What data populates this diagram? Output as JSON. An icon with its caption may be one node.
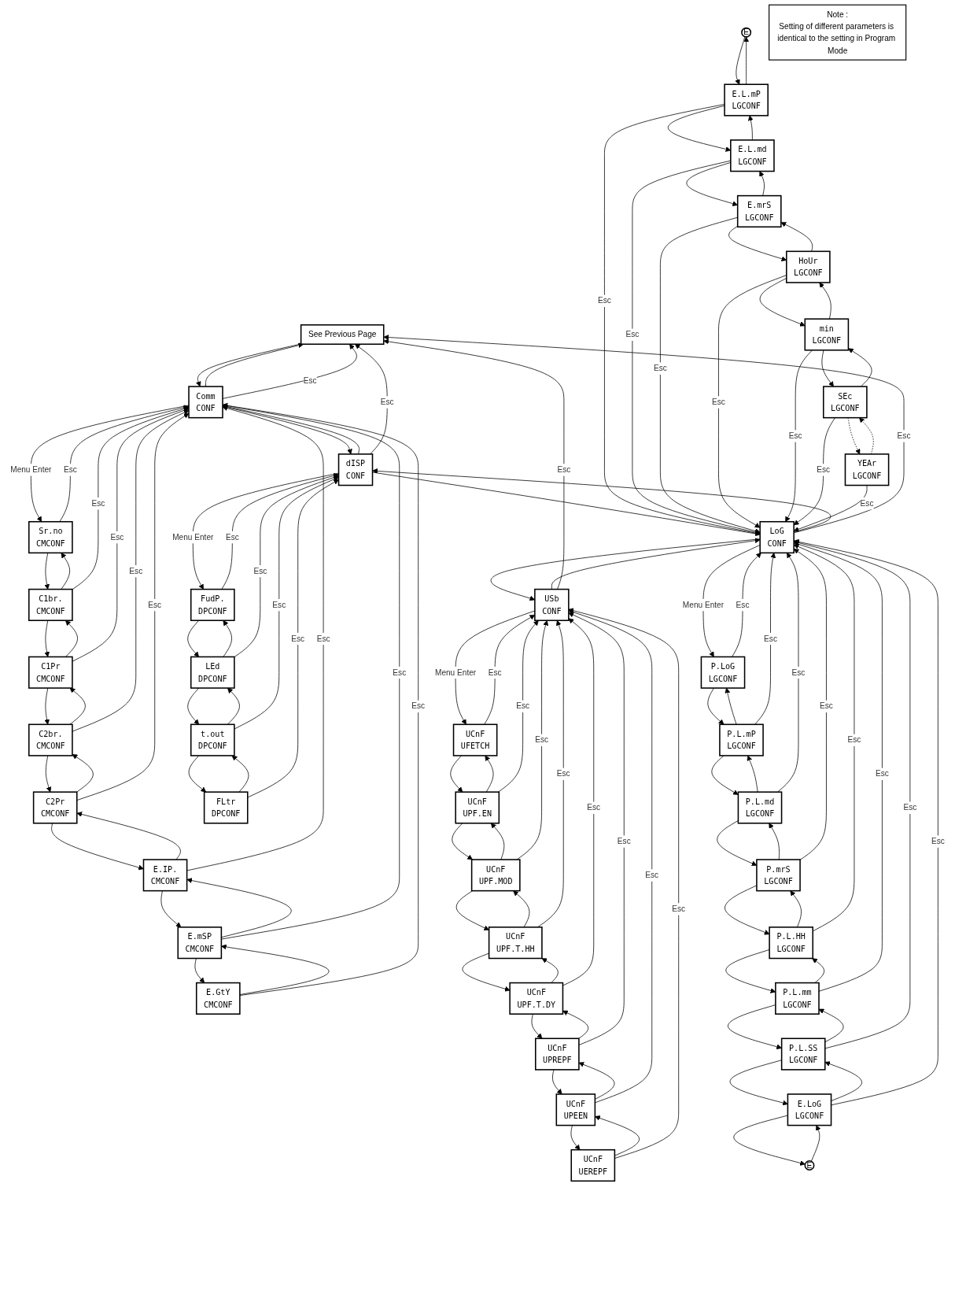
{
  "diagram": {
    "nodes": [
      {
        "text": [
          "See Previous Page"
        ]
      },
      {
        "text": [
          "Comm",
          "CONF"
        ]
      },
      {
        "text": [
          "dISP",
          "CONF"
        ]
      },
      {
        "text": [
          "LoG",
          "CONF"
        ]
      },
      {
        "text": [
          "USb",
          "CONF"
        ]
      },
      {
        "text": [
          "Sr.no",
          "CMCONF"
        ]
      },
      {
        "text": [
          "C1br.",
          "CMCONF"
        ]
      },
      {
        "text": [
          "C1Pr",
          "CMCONF"
        ]
      },
      {
        "text": [
          "C2br.",
          "CMCONF"
        ]
      },
      {
        "text": [
          "C2Pr",
          "CMCONF"
        ]
      },
      {
        "text": [
          "E.IP.",
          "CMCONF"
        ]
      },
      {
        "text": [
          "E.mSP",
          "CMCONF"
        ]
      },
      {
        "text": [
          "E.GtY",
          "CMCONF"
        ]
      },
      {
        "text": [
          "FudP.",
          "DPCONF"
        ]
      },
      {
        "text": [
          "LEd",
          "DPCONF"
        ]
      },
      {
        "text": [
          "t.out",
          "DPCONF"
        ]
      },
      {
        "text": [
          "FLtr",
          "DPCONF"
        ]
      },
      {
        "text": [
          "E"
        ]
      },
      {
        "text": [
          "E.L.mP",
          "LGCONF"
        ]
      },
      {
        "text": [
          "E.L.md",
          "LGCONF"
        ]
      },
      {
        "text": [
          "E.mrS",
          "LGCONF"
        ]
      },
      {
        "text": [
          "HoUr",
          "LGCONF"
        ]
      },
      {
        "text": [
          "min",
          "LGCONF"
        ]
      },
      {
        "text": [
          "SEc",
          "LGCONF"
        ]
      },
      {
        "text": [
          "YEAr",
          "LGCONF"
        ]
      },
      {
        "text": [
          "P.LoG",
          "LGCONF"
        ]
      },
      {
        "text": [
          "P.L.mP",
          "LGCONF"
        ]
      },
      {
        "text": [
          "P.L.md",
          "LGCONF"
        ]
      },
      {
        "text": [
          "P.mrS",
          "LGCONF"
        ]
      },
      {
        "text": [
          "P.L.HH",
          "LGCONF"
        ]
      },
      {
        "text": [
          "P.L.mm",
          "LGCONF"
        ]
      },
      {
        "text": [
          "P.L.SS",
          "LGCONF"
        ]
      },
      {
        "text": [
          "E.LoG",
          "LGCONF"
        ]
      },
      {
        "text": [
          "E"
        ]
      },
      {
        "text": [
          "UCnF",
          "UFETCH"
        ]
      },
      {
        "text": [
          "UCnF",
          "UPF.EN"
        ]
      },
      {
        "text": [
          "UCnF",
          "UPF.MOD"
        ]
      },
      {
        "text": [
          "UCnF",
          "UPF.T.HH"
        ]
      },
      {
        "text": [
          "UCnF",
          "UPF.T.DY"
        ]
      },
      {
        "text": [
          "UCnF",
          "UPREPF"
        ]
      },
      {
        "text": [
          "UCnF",
          "UPEEN"
        ]
      },
      {
        "text": [
          "UCnF",
          "UEREPF"
        ]
      },
      {
        "text": [
          "Note :",
          "Setting of different parameters is identical to the setting in Program Mode"
        ]
      }
    ],
    "edges": [
      {
        "from": 0,
        "to": 1,
        "arrow": "to"
      },
      {
        "from": 1,
        "to": 0,
        "arrow": "to"
      },
      {
        "from": 1,
        "to": 2,
        "arrow": "to"
      },
      {
        "from": 2,
        "to": 1,
        "arrow": "to"
      },
      {
        "from": 2,
        "to": 3,
        "arrow": "to"
      },
      {
        "from": 3,
        "to": 2,
        "arrow": "to"
      },
      {
        "from": 3,
        "to": 4,
        "arrow": "to"
      },
      {
        "from": 4,
        "to": 3,
        "arrow": "to"
      },
      {
        "from": 1,
        "to": 0,
        "label": "Esc",
        "arrow": "to"
      },
      {
        "from": 2,
        "to": 0,
        "label": "Esc",
        "arrow": "to"
      },
      {
        "from": 3,
        "to": 0,
        "label": "Esc",
        "arrow": "to"
      },
      {
        "from": 4,
        "to": 0,
        "label": "Esc",
        "arrow": "to"
      },
      {
        "from": 1,
        "to": 5,
        "label": "Menu Enter",
        "arrow": "to"
      },
      {
        "from": 2,
        "to": 13,
        "label": "Menu Enter",
        "arrow": "to"
      },
      {
        "from": 3,
        "to": 25,
        "label": "Menu Enter",
        "arrow": "to"
      },
      {
        "from": 4,
        "to": 34,
        "label": "Menu Enter",
        "arrow": "to"
      },
      {
        "from": 5,
        "to": 6,
        "arrow": "to"
      },
      {
        "from": 6,
        "to": 5,
        "arrow": "to"
      },
      {
        "from": 6,
        "to": 7,
        "arrow": "to"
      },
      {
        "from": 7,
        "to": 6,
        "arrow": "to"
      },
      {
        "from": 7,
        "to": 8,
        "arrow": "to"
      },
      {
        "from": 8,
        "to": 7,
        "arrow": "to"
      },
      {
        "from": 8,
        "to": 9,
        "arrow": "to"
      },
      {
        "from": 9,
        "to": 8,
        "arrow": "to"
      },
      {
        "from": 9,
        "to": 10,
        "arrow": "to"
      },
      {
        "from": 10,
        "to": 9,
        "arrow": "to"
      },
      {
        "from": 10,
        "to": 11,
        "arrow": "to"
      },
      {
        "from": 11,
        "to": 10,
        "arrow": "to"
      },
      {
        "from": 11,
        "to": 12,
        "arrow": "to"
      },
      {
        "from": 12,
        "to": 11,
        "arrow": "to"
      },
      {
        "from": 5,
        "to": 1,
        "label": "Esc",
        "arrow": "to"
      },
      {
        "from": 6,
        "to": 1,
        "label": "Esc",
        "arrow": "to"
      },
      {
        "from": 7,
        "to": 1,
        "label": "Esc",
        "arrow": "to"
      },
      {
        "from": 8,
        "to": 1,
        "label": "Esc",
        "arrow": "to"
      },
      {
        "from": 9,
        "to": 1,
        "label": "Esc",
        "arrow": "to"
      },
      {
        "from": 10,
        "to": 1,
        "label": "Esc",
        "arrow": "to"
      },
      {
        "from": 11,
        "to": 1,
        "label": "Esc",
        "arrow": "to"
      },
      {
        "from": 12,
        "to": 1,
        "label": "Esc",
        "arrow": "to"
      },
      {
        "from": 13,
        "to": 14,
        "arrow": "to"
      },
      {
        "from": 14,
        "to": 13,
        "arrow": "to"
      },
      {
        "from": 14,
        "to": 15,
        "arrow": "to"
      },
      {
        "from": 15,
        "to": 14,
        "arrow": "to"
      },
      {
        "from": 15,
        "to": 16,
        "arrow": "to"
      },
      {
        "from": 16,
        "to": 15,
        "arrow": "to"
      },
      {
        "from": 13,
        "to": 2,
        "label": "Esc",
        "arrow": "to"
      },
      {
        "from": 14,
        "to": 2,
        "label": "Esc",
        "arrow": "to"
      },
      {
        "from": 15,
        "to": 2,
        "label": "Esc",
        "arrow": "to"
      },
      {
        "from": 16,
        "to": 2,
        "label": "Esc",
        "arrow": "to"
      },
      {
        "from": 17,
        "to": 18,
        "arrow": "to"
      },
      {
        "from": 18,
        "to": 17,
        "arrow": "to"
      },
      {
        "from": 18,
        "to": 19,
        "arrow": "to"
      },
      {
        "from": 19,
        "to": 18,
        "arrow": "to"
      },
      {
        "from": 19,
        "to": 20,
        "arrow": "to"
      },
      {
        "from": 20,
        "to": 19,
        "arrow": "to"
      },
      {
        "from": 20,
        "to": 21,
        "arrow": "to"
      },
      {
        "from": 21,
        "to": 20,
        "arrow": "to"
      },
      {
        "from": 21,
        "to": 22,
        "arrow": "to"
      },
      {
        "from": 22,
        "to": 21,
        "arrow": "to"
      },
      {
        "from": 22,
        "to": 23,
        "arrow": "to"
      },
      {
        "from": 23,
        "to": 22,
        "arrow": "to"
      },
      {
        "from": 23,
        "to": 24,
        "arrow": "to",
        "style": "dashed"
      },
      {
        "from": 24,
        "to": 23,
        "arrow": "to",
        "style": "dashed"
      },
      {
        "from": 18,
        "to": 3,
        "label": "Esc",
        "arrow": "to"
      },
      {
        "from": 19,
        "to": 3,
        "label": "Esc",
        "arrow": "to"
      },
      {
        "from": 20,
        "to": 3,
        "label": "Esc",
        "arrow": "to"
      },
      {
        "from": 21,
        "to": 3,
        "label": "Esc",
        "arrow": "to"
      },
      {
        "from": 22,
        "to": 3,
        "label": "Esc",
        "arrow": "to"
      },
      {
        "from": 23,
        "to": 3,
        "label": "Esc",
        "arrow": "to"
      },
      {
        "from": 24,
        "to": 3,
        "label": "Esc",
        "arrow": "to"
      },
      {
        "from": 25,
        "to": 26,
        "arrow": "to"
      },
      {
        "from": 26,
        "to": 25,
        "arrow": "to"
      },
      {
        "from": 26,
        "to": 27,
        "arrow": "to"
      },
      {
        "from": 27,
        "to": 26,
        "arrow": "to"
      },
      {
        "from": 27,
        "to": 28,
        "arrow": "to"
      },
      {
        "from": 28,
        "to": 27,
        "arrow": "to"
      },
      {
        "from": 28,
        "to": 29,
        "arrow": "to"
      },
      {
        "from": 29,
        "to": 28,
        "arrow": "to"
      },
      {
        "from": 29,
        "to": 30,
        "arrow": "to"
      },
      {
        "from": 30,
        "to": 29,
        "arrow": "to"
      },
      {
        "from": 30,
        "to": 31,
        "arrow": "to"
      },
      {
        "from": 31,
        "to": 30,
        "arrow": "to"
      },
      {
        "from": 31,
        "to": 32,
        "arrow": "to"
      },
      {
        "from": 32,
        "to": 31,
        "arrow": "to"
      },
      {
        "from": 32,
        "to": 33,
        "arrow": "to"
      },
      {
        "from": 33,
        "to": 32,
        "arrow": "to"
      },
      {
        "from": 25,
        "to": 3,
        "label": "Esc",
        "arrow": "to"
      },
      {
        "from": 26,
        "to": 3,
        "label": "Esc",
        "arrow": "to"
      },
      {
        "from": 27,
        "to": 3,
        "label": "Esc",
        "arrow": "to"
      },
      {
        "from": 28,
        "to": 3,
        "label": "Esc",
        "arrow": "to"
      },
      {
        "from": 29,
        "to": 3,
        "label": "Esc",
        "arrow": "to"
      },
      {
        "from": 30,
        "to": 3,
        "label": "Esc",
        "arrow": "to"
      },
      {
        "from": 31,
        "to": 3,
        "label": "Esc",
        "arrow": "to"
      },
      {
        "from": 32,
        "to": 3,
        "label": "Esc",
        "arrow": "to"
      },
      {
        "from": 34,
        "to": 35,
        "arrow": "to"
      },
      {
        "from": 35,
        "to": 34,
        "arrow": "to"
      },
      {
        "from": 35,
        "to": 36,
        "arrow": "to"
      },
      {
        "from": 36,
        "to": 35,
        "arrow": "to"
      },
      {
        "from": 36,
        "to": 37,
        "arrow": "to"
      },
      {
        "from": 37,
        "to": 36,
        "arrow": "to"
      },
      {
        "from": 37,
        "to": 38,
        "arrow": "to"
      },
      {
        "from": 38,
        "to": 37,
        "arrow": "to"
      },
      {
        "from": 38,
        "to": 39,
        "arrow": "to"
      },
      {
        "from": 39,
        "to": 38,
        "arrow": "to"
      },
      {
        "from": 39,
        "to": 40,
        "arrow": "to"
      },
      {
        "from": 40,
        "to": 39,
        "arrow": "to"
      },
      {
        "from": 40,
        "to": 41,
        "arrow": "to"
      },
      {
        "from": 41,
        "to": 40,
        "arrow": "to"
      },
      {
        "from": 34,
        "to": 4,
        "label": "Esc",
        "arrow": "to"
      },
      {
        "from": 35,
        "to": 4,
        "label": "Esc",
        "arrow": "to"
      },
      {
        "from": 36,
        "to": 4,
        "label": "Esc",
        "arrow": "to"
      },
      {
        "from": 37,
        "to": 4,
        "label": "Esc",
        "arrow": "to"
      },
      {
        "from": 38,
        "to": 4,
        "label": "Esc",
        "arrow": "to"
      },
      {
        "from": 39,
        "to": 4,
        "label": "Esc",
        "arrow": "to"
      },
      {
        "from": 40,
        "to": 4,
        "label": "Esc",
        "arrow": "to"
      },
      {
        "from": 41,
        "to": 4,
        "label": "Esc",
        "arrow": "to"
      }
    ]
  }
}
